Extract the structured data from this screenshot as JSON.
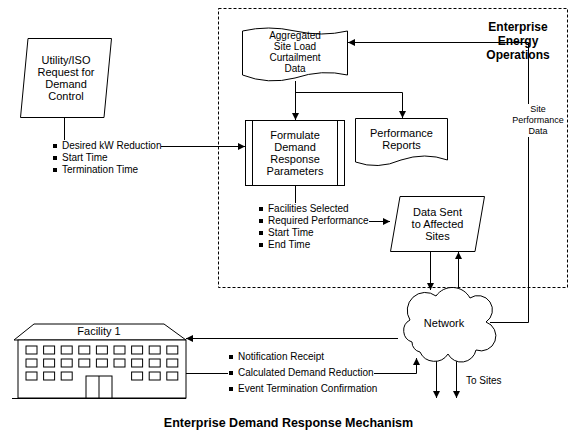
{
  "diagram": {
    "caption": "Enterprise Demand Response Mechanism",
    "nodes": [
      {
        "text": [
          "Enterprise Energy Operations"
        ]
      },
      {
        "text": [
          "Utility/ISO Request for Demand Control"
        ]
      },
      {
        "text": [
          "Aggregated Site Load Curtailment Data"
        ],
        "in": 0
      },
      {
        "text": [
          "Formulate Demand Response Parameters"
        ],
        "in": 0
      },
      {
        "text": [
          "Performance Reports"
        ],
        "in": 0
      },
      {
        "text": [
          "Data Sent to Affected Sites"
        ],
        "in": 0
      },
      {
        "text": [
          "Network"
        ]
      },
      {
        "text": [
          "Facility 1"
        ]
      }
    ],
    "edges": [
      {
        "from": 1,
        "to": 3,
        "arrow": "to"
      },
      {
        "from": 2,
        "to": 3,
        "arrow": "to"
      },
      {
        "from": 2,
        "to": 4,
        "arrow": "to"
      },
      {
        "from": 3,
        "to": 5,
        "arrow": "to"
      },
      {
        "from": 5,
        "to": 6,
        "arrow": "to"
      },
      {
        "from": 6,
        "to": 5,
        "arrow": "to"
      },
      {
        "from": 6,
        "to": 2,
        "label": "Site Performance Data",
        "arrow": "to"
      },
      {
        "from": 6,
        "to": 7,
        "arrow": "to"
      },
      {
        "from": 7,
        "to": 6,
        "arrow": "to"
      }
    ],
    "labels": [
      "Desired kW Reduction",
      "Start Time",
      "Termination Time",
      "Facilities Selected",
      "Required Performance",
      "Start Time",
      "End Time",
      "Notification Receipt",
      "Calculated Demand Reduction",
      "Event Termination Confirmation",
      "To Sites"
    ]
  }
}
